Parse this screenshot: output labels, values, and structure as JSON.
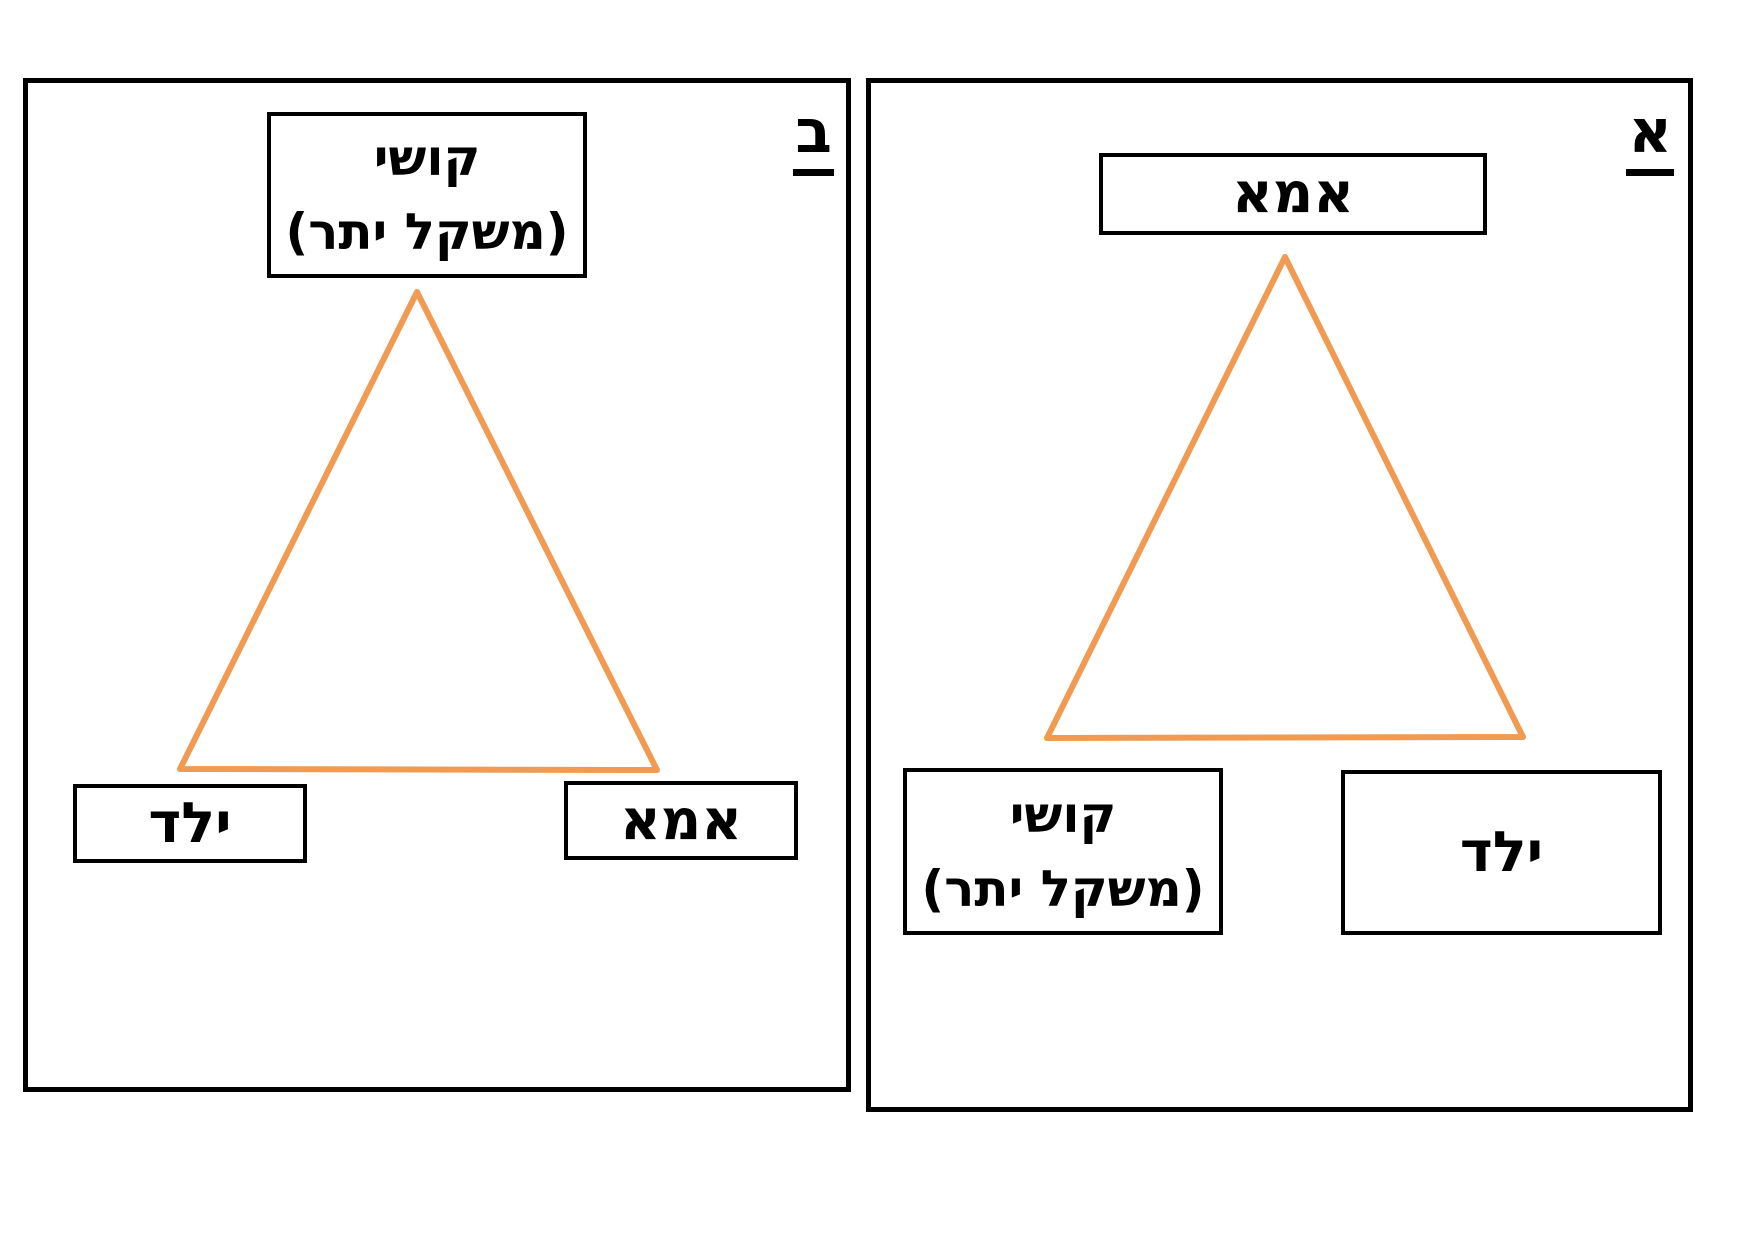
{
  "colors": {
    "triangle_orange": "#F09A52",
    "border_black": "#000000",
    "page_background": "#ffffff"
  },
  "panel_left": {
    "label": "ב",
    "top_box": {
      "line1": "קושי",
      "line2": "(משקל יתר)"
    },
    "bottom_left_box": {
      "line1": "ילד"
    },
    "bottom_right_box": {
      "line1": "אמא"
    }
  },
  "panel_right": {
    "label": "א",
    "top_box": {
      "line1": "אמא"
    },
    "bottom_left_box": {
      "line1": "קושי",
      "line2": "(משקל יתר)"
    },
    "bottom_right_box": {
      "line1": "ילד"
    }
  }
}
